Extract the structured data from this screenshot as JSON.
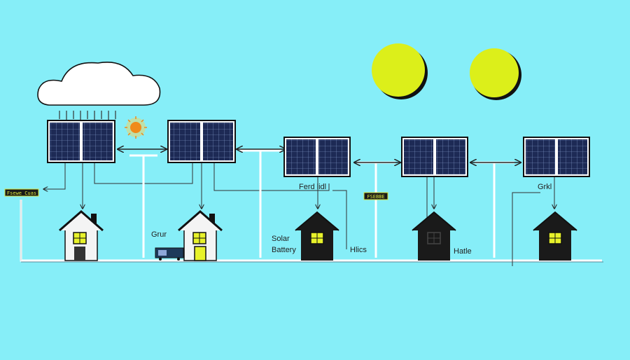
{
  "colors": {
    "background": "#86eef8",
    "sun": "#dcef1a",
    "panel": "#1d2a55",
    "panel_grid": "#8ea8d8",
    "house_white": "#f4f4f4",
    "house_black": "#1a1a1a",
    "window": "#e8f22a",
    "line": "#ffffff",
    "outline": "#111111"
  },
  "labels": {
    "tag_left": "Fsewe Cuas",
    "tag_mid": "FSEBBE",
    "grur": "Grur",
    "solar": "Solar",
    "battery": "Battery",
    "fed": "Ferd lidl",
    "hlics": "Hlics",
    "hatle": "Hatle",
    "grkl": "Grkl"
  },
  "icons": [
    "cloud-icon",
    "rain-icon",
    "sun-icon",
    "solar-panel-icon",
    "house-icon",
    "battery-icon",
    "double-arrow-icon"
  ]
}
